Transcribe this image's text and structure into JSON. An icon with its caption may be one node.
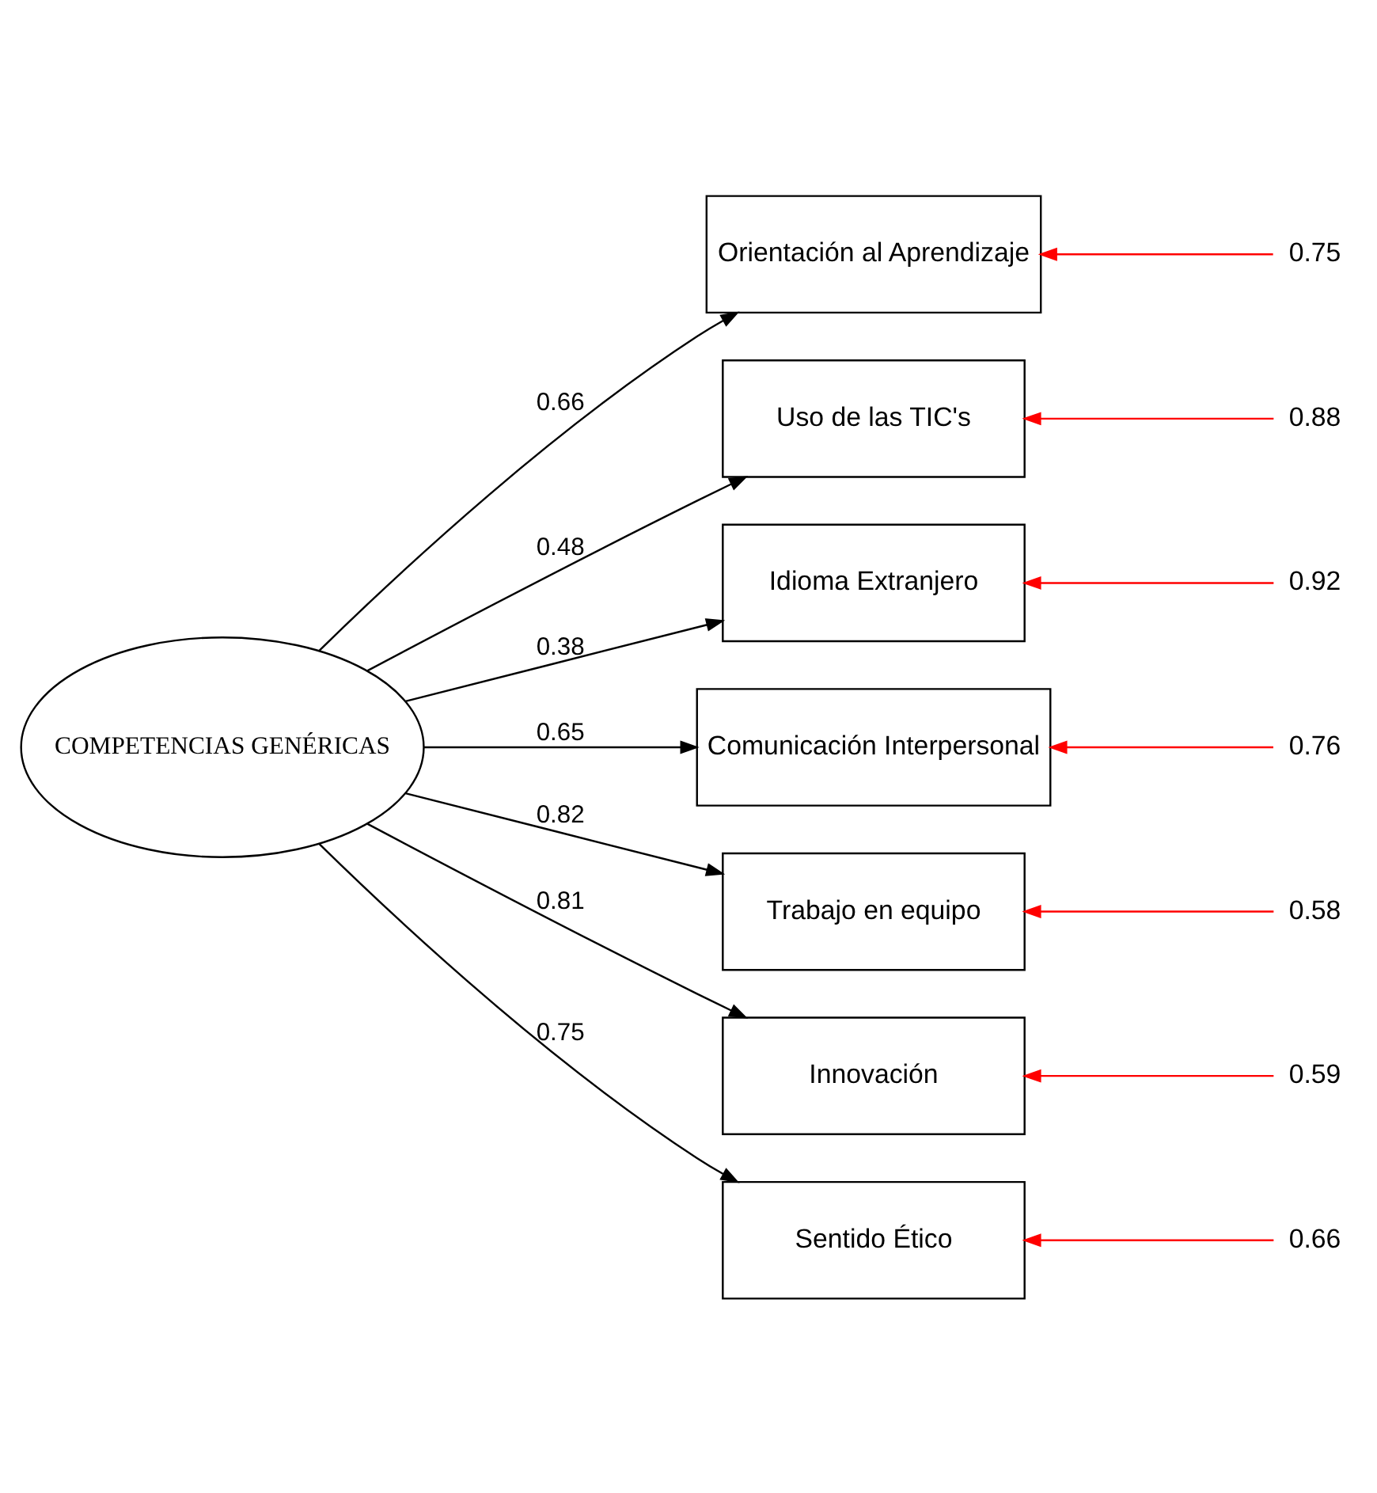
{
  "diagram": {
    "nodes": [
      {
        "text": [
          "COMPETENCIAS GENÉRICAS"
        ]
      },
      {
        "text": [
          "Orientación al Aprendizaje"
        ]
      },
      {
        "text": [
          "Uso de las TIC's"
        ]
      },
      {
        "text": [
          "Idioma Extranjero"
        ]
      },
      {
        "text": [
          "Comunicación Interpersonal"
        ]
      },
      {
        "text": [
          "Trabajo en equipo"
        ]
      },
      {
        "text": [
          "Innovación"
        ]
      },
      {
        "text": [
          "Sentido Ético"
        ]
      }
    ],
    "edges": [
      {
        "from": 0,
        "to": 1,
        "arrow": "to",
        "label": "0.66"
      },
      {
        "from": 0,
        "to": 2,
        "arrow": "to",
        "label": "0.48"
      },
      {
        "from": 0,
        "to": 3,
        "arrow": "to",
        "label": "0.38"
      },
      {
        "from": 0,
        "to": 4,
        "arrow": "to",
        "label": "0.65"
      },
      {
        "from": 0,
        "to": 5,
        "arrow": "to",
        "label": "0.82"
      },
      {
        "from": 0,
        "to": 6,
        "arrow": "to",
        "label": "0.81"
      },
      {
        "from": 0,
        "to": 7,
        "arrow": "to",
        "label": "0.75"
      },
      {
        "from": null,
        "to": 1,
        "arrow": "to",
        "label": "0.75",
        "color": "#ff0000"
      },
      {
        "from": null,
        "to": 2,
        "arrow": "to",
        "label": "0.88",
        "color": "#ff0000"
      },
      {
        "from": null,
        "to": 3,
        "arrow": "to",
        "label": "0.92",
        "color": "#ff0000"
      },
      {
        "from": null,
        "to": 4,
        "arrow": "to",
        "label": "0.76",
        "color": "#ff0000"
      },
      {
        "from": null,
        "to": 5,
        "arrow": "to",
        "label": "0.58",
        "color": "#ff0000"
      },
      {
        "from": null,
        "to": 6,
        "arrow": "to",
        "label": "0.59",
        "color": "#ff0000"
      },
      {
        "from": null,
        "to": 7,
        "arrow": "to",
        "label": "0.66",
        "color": "#ff0000"
      }
    ]
  }
}
